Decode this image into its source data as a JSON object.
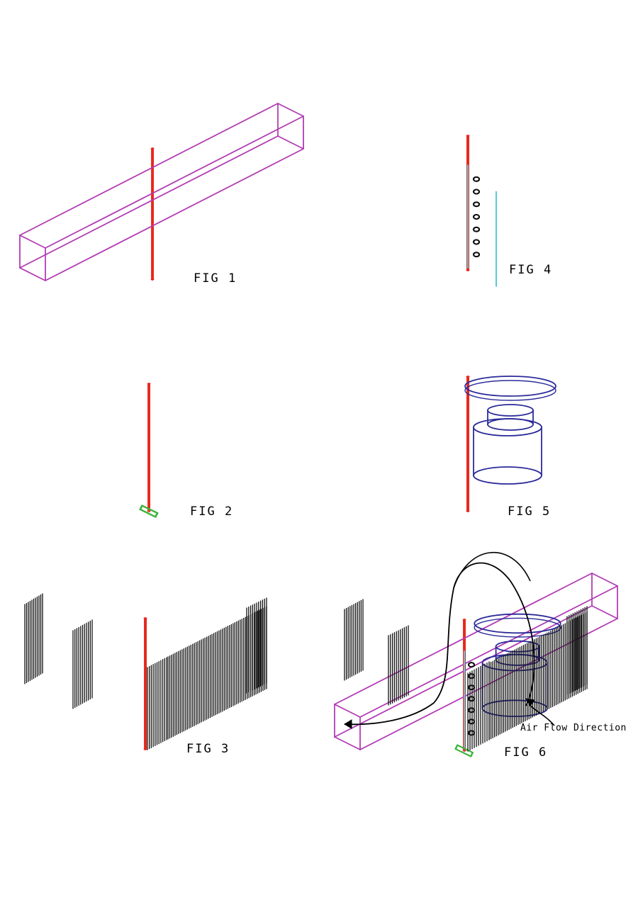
{
  "colors": {
    "frame": "#e8281e",
    "duct": "#b23cb4",
    "panel": "#5ac8d8",
    "unit": "#2b2b9a",
    "vent": "#3cb43c",
    "pad": "#f07878",
    "fins": "#111111",
    "arrow": "#000000"
  },
  "figures": [
    {
      "id": "fig1",
      "label": "FIG 1"
    },
    {
      "id": "fig2",
      "label": "FIG 2"
    },
    {
      "id": "fig3",
      "label": "FIG 3"
    },
    {
      "id": "fig4",
      "label": "FIG 4"
    },
    {
      "id": "fig5",
      "label": "FIG 5"
    },
    {
      "id": "fig6",
      "label": "FIG 6"
    }
  ],
  "annotations": {
    "airflow": "Air Flow Direction"
  }
}
